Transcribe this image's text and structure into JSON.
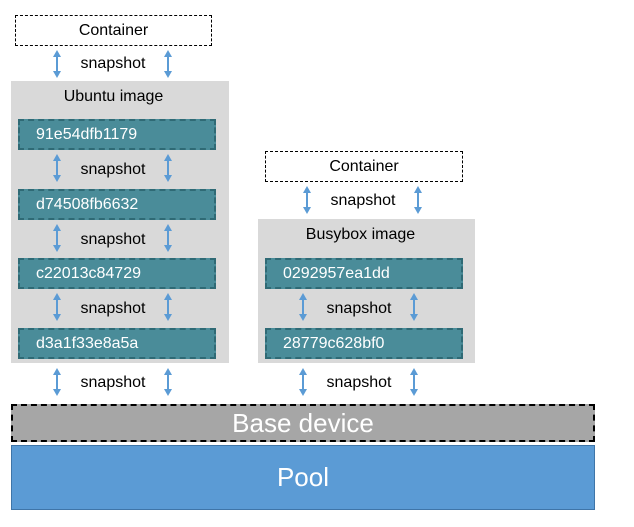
{
  "snapshot_label": "snapshot",
  "ubuntu": {
    "container_label": "Container",
    "image_title": "Ubuntu image",
    "layers": [
      "91e54dfb1179",
      "d74508fb6632",
      "c22013c84729",
      "d3a1f33e8a5a"
    ]
  },
  "busybox": {
    "container_label": "Container",
    "image_title": "Busybox image",
    "layers": [
      "0292957ea1dd",
      "28779c628bf0"
    ]
  },
  "base_device_label": "Base device",
  "pool_label": "Pool",
  "colors": {
    "layer_fill": "#4a8c99",
    "arrow": "#5b9bd5",
    "panel": "#d9d9d9",
    "base": "#a6a6a6",
    "pool": "#5b9bd5"
  }
}
